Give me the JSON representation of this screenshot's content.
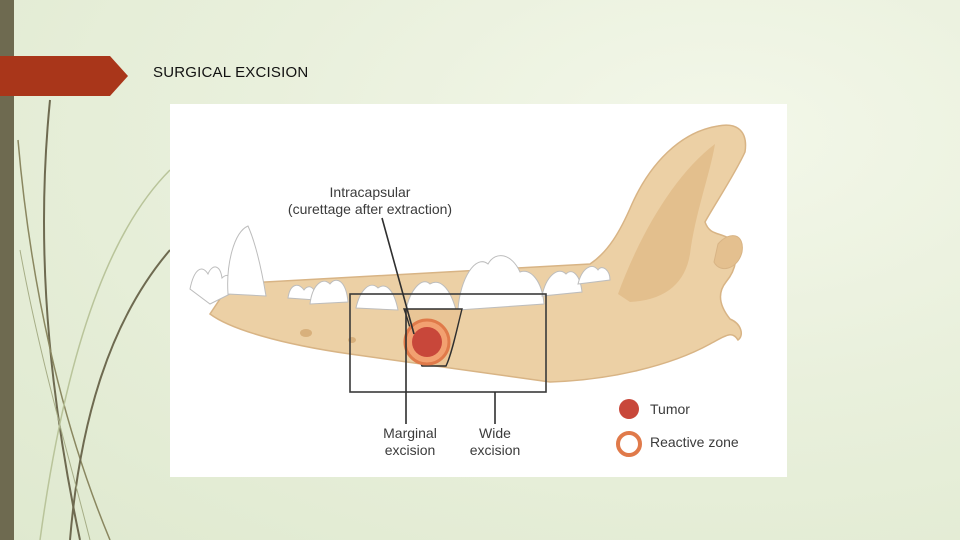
{
  "slide": {
    "title": "SURGICAL EXCISION",
    "accent_color": "#a9361a",
    "strip_color": "#6e6a50"
  },
  "diagram": {
    "intracapsular_line1": "Intracapsular",
    "intracapsular_line2": "(curettage after extraction)",
    "marginal_line1": "Marginal",
    "marginal_line2": "excision",
    "wide_line1": "Wide",
    "wide_line2": "excision",
    "legend": {
      "tumor": "Tumor",
      "reactive_zone": "Reactive zone",
      "tumor_color": "#c8473a",
      "reactive_color": "#e07a4a"
    }
  }
}
